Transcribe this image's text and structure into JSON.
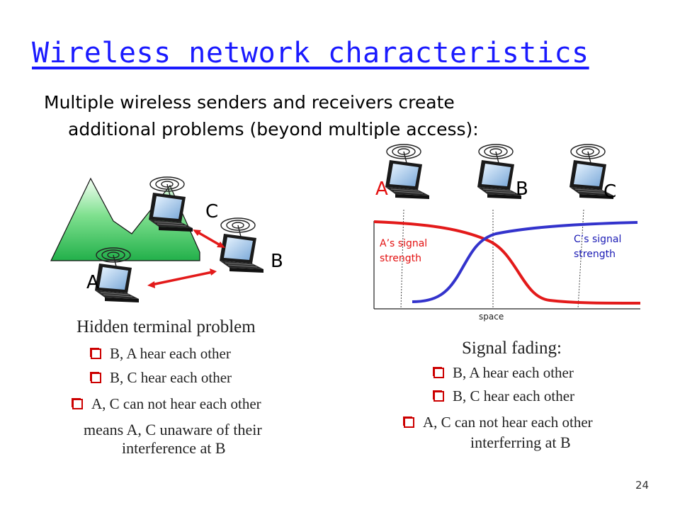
{
  "title": "Wireless network characteristics",
  "intro": {
    "line1": "Multiple wireless senders and receivers create",
    "line2": "additional problems (beyond multiple access):"
  },
  "hidden_terminal": {
    "labels": {
      "a": "A",
      "b": "B",
      "c": "C"
    },
    "heading": "Hidden terminal problem",
    "bullets": [
      "B, A hear each other",
      "B, C hear each other",
      "A, C can not hear each other"
    ],
    "conclusion_line1": "means A, C unaware of their",
    "conclusion_line2": "interference at B"
  },
  "signal_fading": {
    "labels": {
      "a": "A",
      "b": "B",
      "c": "C"
    },
    "a_signal_line1": "A’s signal",
    "a_signal_line2": "strength",
    "c_signal_line1": "C’s signal",
    "c_signal_line2": "strength",
    "x_axis_label": "space",
    "heading": "Signal fading:",
    "bullets": [
      "B, A hear each other",
      "B, C hear each other",
      "A, C can not hear each other"
    ],
    "last_line2": "interferring at B"
  },
  "page_number": "24",
  "colors": {
    "title": "#1a1aff",
    "a_curve": "#e31a1a",
    "c_curve": "#3333cc",
    "arrow": "#e31a1a",
    "mountain": "#3cc864"
  }
}
